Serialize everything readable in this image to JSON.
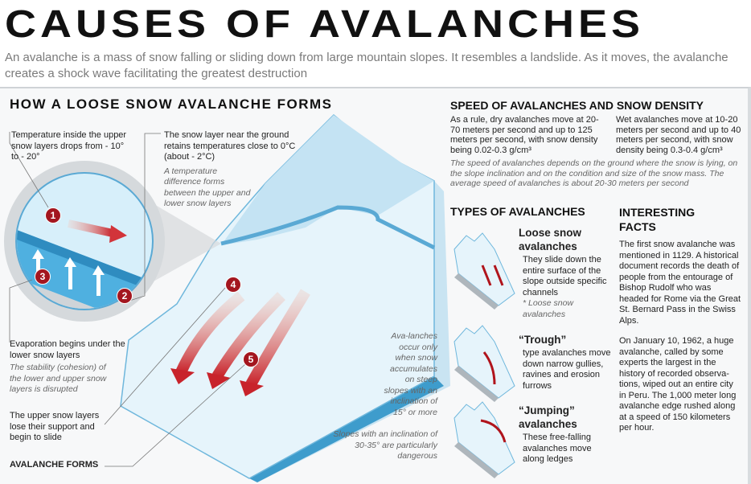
{
  "header": {
    "title": "CAUSES OF AVALANCHES",
    "subtitle": "An avalanche is a mass of snow falling or sliding down from large mountain slopes. It resembles a landslide. As it moves, the avalanche creates a shock wave facilitating the greatest destruction"
  },
  "formation": {
    "heading": "HOW A LOOSE SNOW AVALANCHE FORMS",
    "step1": "Temperature inside the upper snow layers drops from - 10° to - 20°",
    "step2": "The snow layer near the ground retains temperatures close to 0°C (about - 2°C)",
    "step2_note": "A temperature difference forms between the upper and lower snow layers",
    "step3": "Evaporation begins under the lower snow layers",
    "step3_note": "The stability (cohesion) of the lower and upper snow layers is disrupted",
    "step4": "The upper snow layers lose their support and begin to slide",
    "step5": "AVALANCHE FORMS",
    "note_slopes": "Ava-lanches occur only when snow accumulates on steep slopes with an inclination of 15° or more",
    "note_danger": "Slopes with an inclination of 30-35° are particularly dangerous",
    "markers": [
      "1",
      "2",
      "3",
      "4",
      "5"
    ]
  },
  "speed": {
    "heading": "SPEED OF AVALANCHES AND SNOW DENSITY",
    "dry": "As a rule, dry avalanches move at 20-70 meters per second and up to 125 meters per second, with snow density being 0.02-0.3 g/cm³",
    "wet": "Wet avalanches move at 10-20 meters per second and up to 40 meters per second, with snow density being 0.3-0.4 g/cm³",
    "note": "The speed of avalanches depends on the ground where the snow is lying, on the slope inclination and on the condition and size of the snow mass. The average speed of avalanches is about 20-30 meters per second"
  },
  "types": {
    "heading": "TYPES OF AVALANCHES",
    "items": [
      {
        "title": "Loose snow avalanches",
        "desc": "They slide down the entire surface of the slope outside specific channels",
        "note": "* Loose snow avalanches"
      },
      {
        "title": "“Trough”",
        "desc": "type avalanches move down narrow gullies, ravines and erosion furrows"
      },
      {
        "title": "“Jumping” avalanches",
        "desc": "These free-falling avalanches move along ledges"
      }
    ]
  },
  "facts": {
    "heading": "INTERESTING FACTS",
    "p1": "The first snow avalanche was mentioned in 1129. A historical document records the death of people from the entourage of Bishop Rudolf who was headed for Rome via the Great St. Bernard Pass in the Swiss Alps.",
    "p2": "On January 10, 1962, a huge avalanche, called by some experts the largest in the history of recorded observa-tions, wiped out an entire city in Peru. The 1,000 meter long avalanche edge rushed along at a speed of 150 kilometers per hour."
  },
  "colors": {
    "accent": "#a3161f",
    "snow": "#dff1fb",
    "ice": "#5fb4da"
  }
}
